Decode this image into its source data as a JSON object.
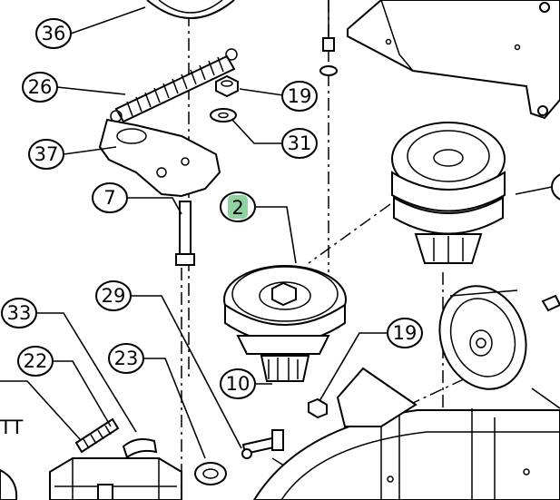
{
  "callouts": [
    {
      "id": "36",
      "label": "36"
    },
    {
      "id": "26",
      "label": "26"
    },
    {
      "id": "19a",
      "label": "19"
    },
    {
      "id": "31",
      "label": "31"
    },
    {
      "id": "37",
      "label": "37"
    },
    {
      "id": "7",
      "label": "7"
    },
    {
      "id": "2",
      "label": "2",
      "highlight": "#8fd3a3"
    },
    {
      "id": "29",
      "label": "29"
    },
    {
      "id": "33",
      "label": "33"
    },
    {
      "id": "22",
      "label": "22"
    },
    {
      "id": "23",
      "label": "23"
    },
    {
      "id": "10",
      "label": "10"
    },
    {
      "id": "19b",
      "label": "19"
    }
  ],
  "edge_text": "TT",
  "colors": {
    "ink": "#000000",
    "paper": "#ffffff",
    "highlight": "#8fd3a3"
  }
}
